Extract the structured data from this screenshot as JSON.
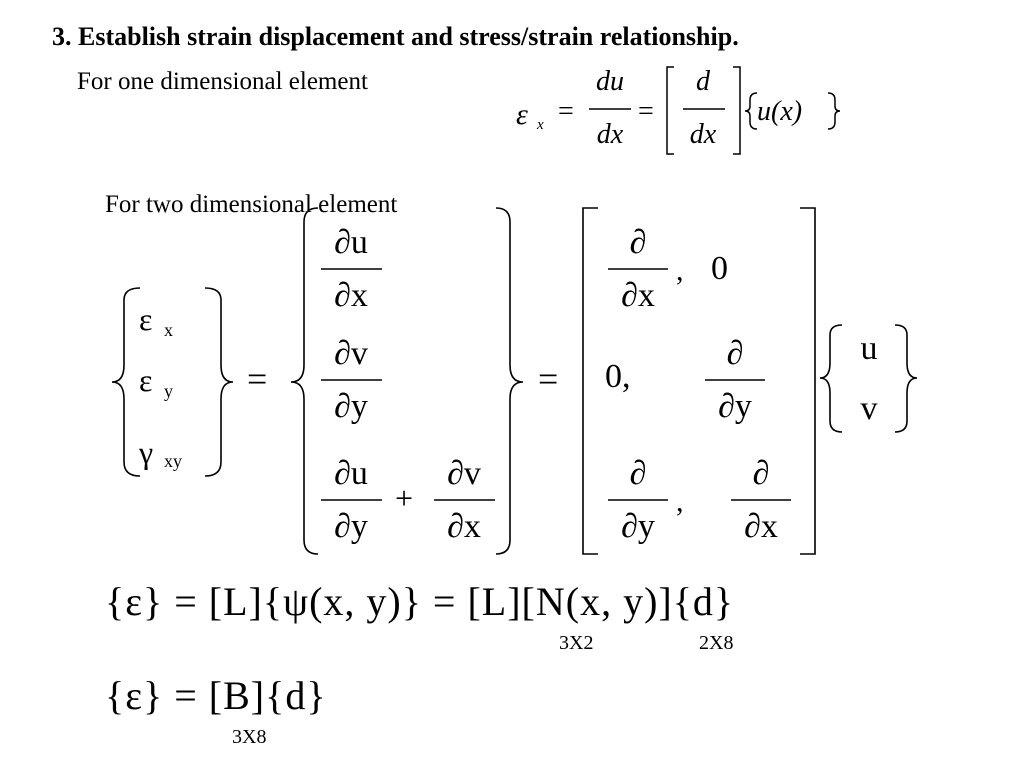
{
  "slide": {
    "title": "3. Establish strain displacement and stress/strain relationship.",
    "one_dim_label": "For one dimensional element",
    "two_dim_label": "For two dimensional element"
  },
  "eq1": {
    "epsilon": "ε",
    "sub_x": "x",
    "equals": "=",
    "du": "du",
    "dx": "dx",
    "d": "d",
    "u_of_x": "u(x)"
  },
  "eq2": {
    "eps_x": "ε",
    "sub_x": "x",
    "eps_y": "ε",
    "sub_y": "y",
    "gamma": "γ",
    "sub_xy": "xy",
    "equals": "=",
    "du": "∂u",
    "dx": "∂x",
    "dv": "∂v",
    "dy": "∂y",
    "plus": "+",
    "partial": "∂",
    "comma": ",",
    "zero": "0",
    "zero_comma": "0,",
    "u": "u",
    "v": "v"
  },
  "eq3": {
    "lhs": "{ε} = [L]{ψ(x, y)} = [L][N(x, y)]{d}",
    "eps": "ε",
    "L": "L",
    "psi": "ψ(x, y)",
    "N": "N(x, y)",
    "d": "d",
    "sub_L": "3X2",
    "sub_N": "2X8"
  },
  "eq4": {
    "eps": "ε",
    "B": "B",
    "d": "d",
    "sub_B": "3X8"
  }
}
